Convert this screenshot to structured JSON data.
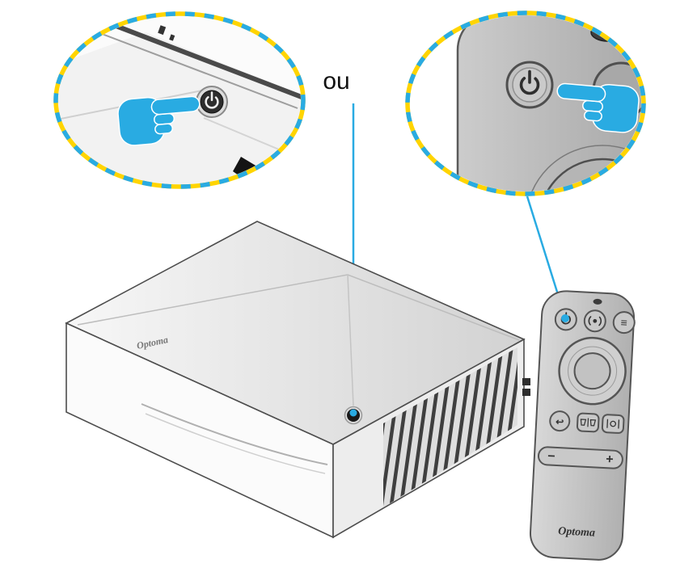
{
  "labels": {
    "or": "ou"
  },
  "projector": {
    "brand_logo": "Optoma"
  },
  "remote": {
    "brand_logo": "Optoma",
    "menu_icon_glyph": "≡",
    "back_icon_glyph": "↩",
    "volume_minus_glyph": "−",
    "volume_plus_glyph": "+"
  },
  "icons": {
    "power": "power-icon (circle-arc with top bar, drawn as SVG shape)",
    "source": "source-icon (center dot with side arcs, drawn as SVG shape)",
    "pointer_hand": "pointing-hand-icon (cyan hand with white outline, drawn as SVG shape)",
    "ir_window": "ir-window (dark oval)",
    "led": "led-indicator (small dark oval)"
  },
  "colors": {
    "accent_cyan": "#29abe2",
    "accent_yellow": "#ffd400",
    "connector_line": "#29abe2",
    "projector_outline": "#4d4d4d",
    "remote_body": "#c2c2c2"
  }
}
